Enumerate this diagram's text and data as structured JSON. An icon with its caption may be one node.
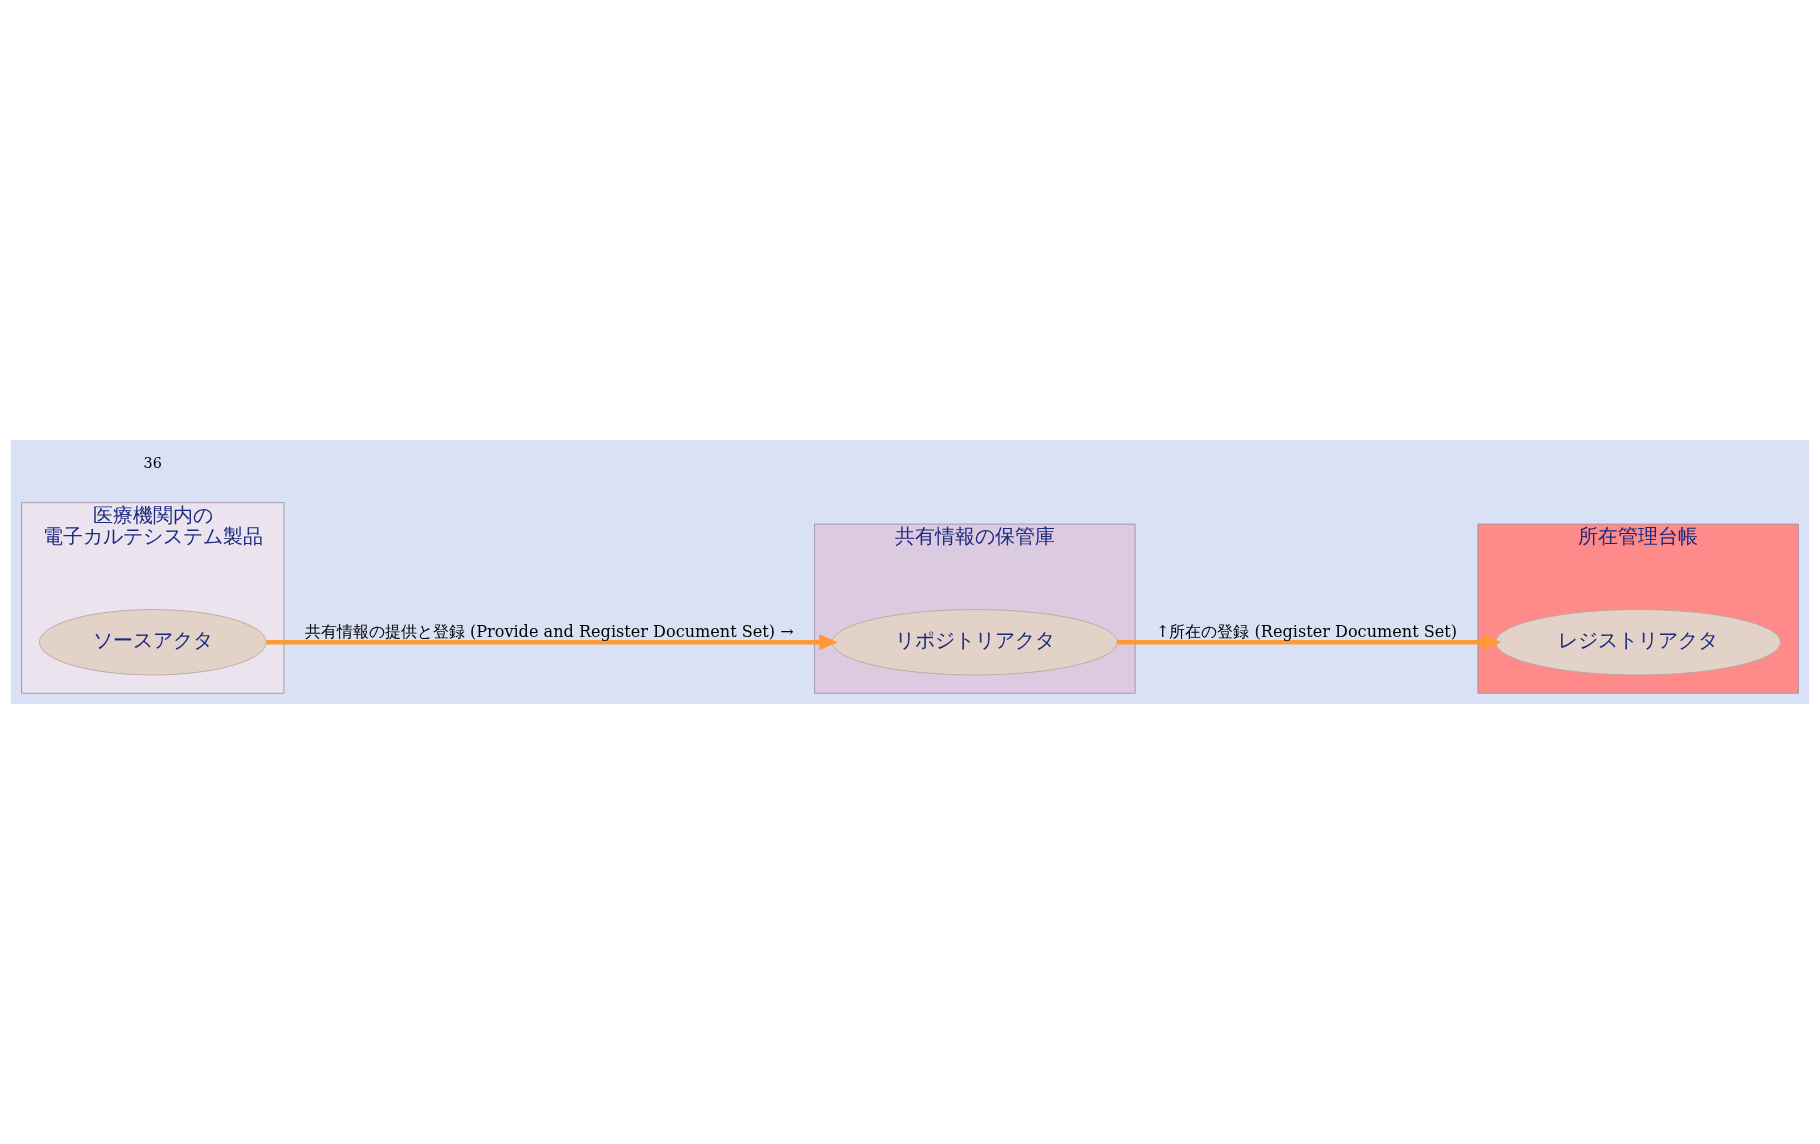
{
  "diagram": {
    "nodes": [
      {
        "text": [
          "医療機関内の",
          "電子カルテシステム製品"
        ]
      },
      {
        "text": [
          "ソースアクタ"
        ],
        "in": 0
      },
      {
        "text": [
          "共有情報の保管庫"
        ]
      },
      {
        "text": [
          "リポジトリアクタ"
        ],
        "in": 2
      },
      {
        "text": [
          "所在管理台帳"
        ]
      },
      {
        "text": [
          "レジストリアクタ"
        ],
        "in": 4
      }
    ],
    "edges": [
      {
        "from": 1,
        "to": 3,
        "arrow": "to",
        "label": "共有情報の提供と登録 (Provide and Register Document Set) →"
      },
      {
        "from": 3,
        "to": 5,
        "arrow": "to",
        "label": "↑所在の登録 (Register Document Set)"
      }
    ],
    "labels": [
      "36"
    ]
  }
}
